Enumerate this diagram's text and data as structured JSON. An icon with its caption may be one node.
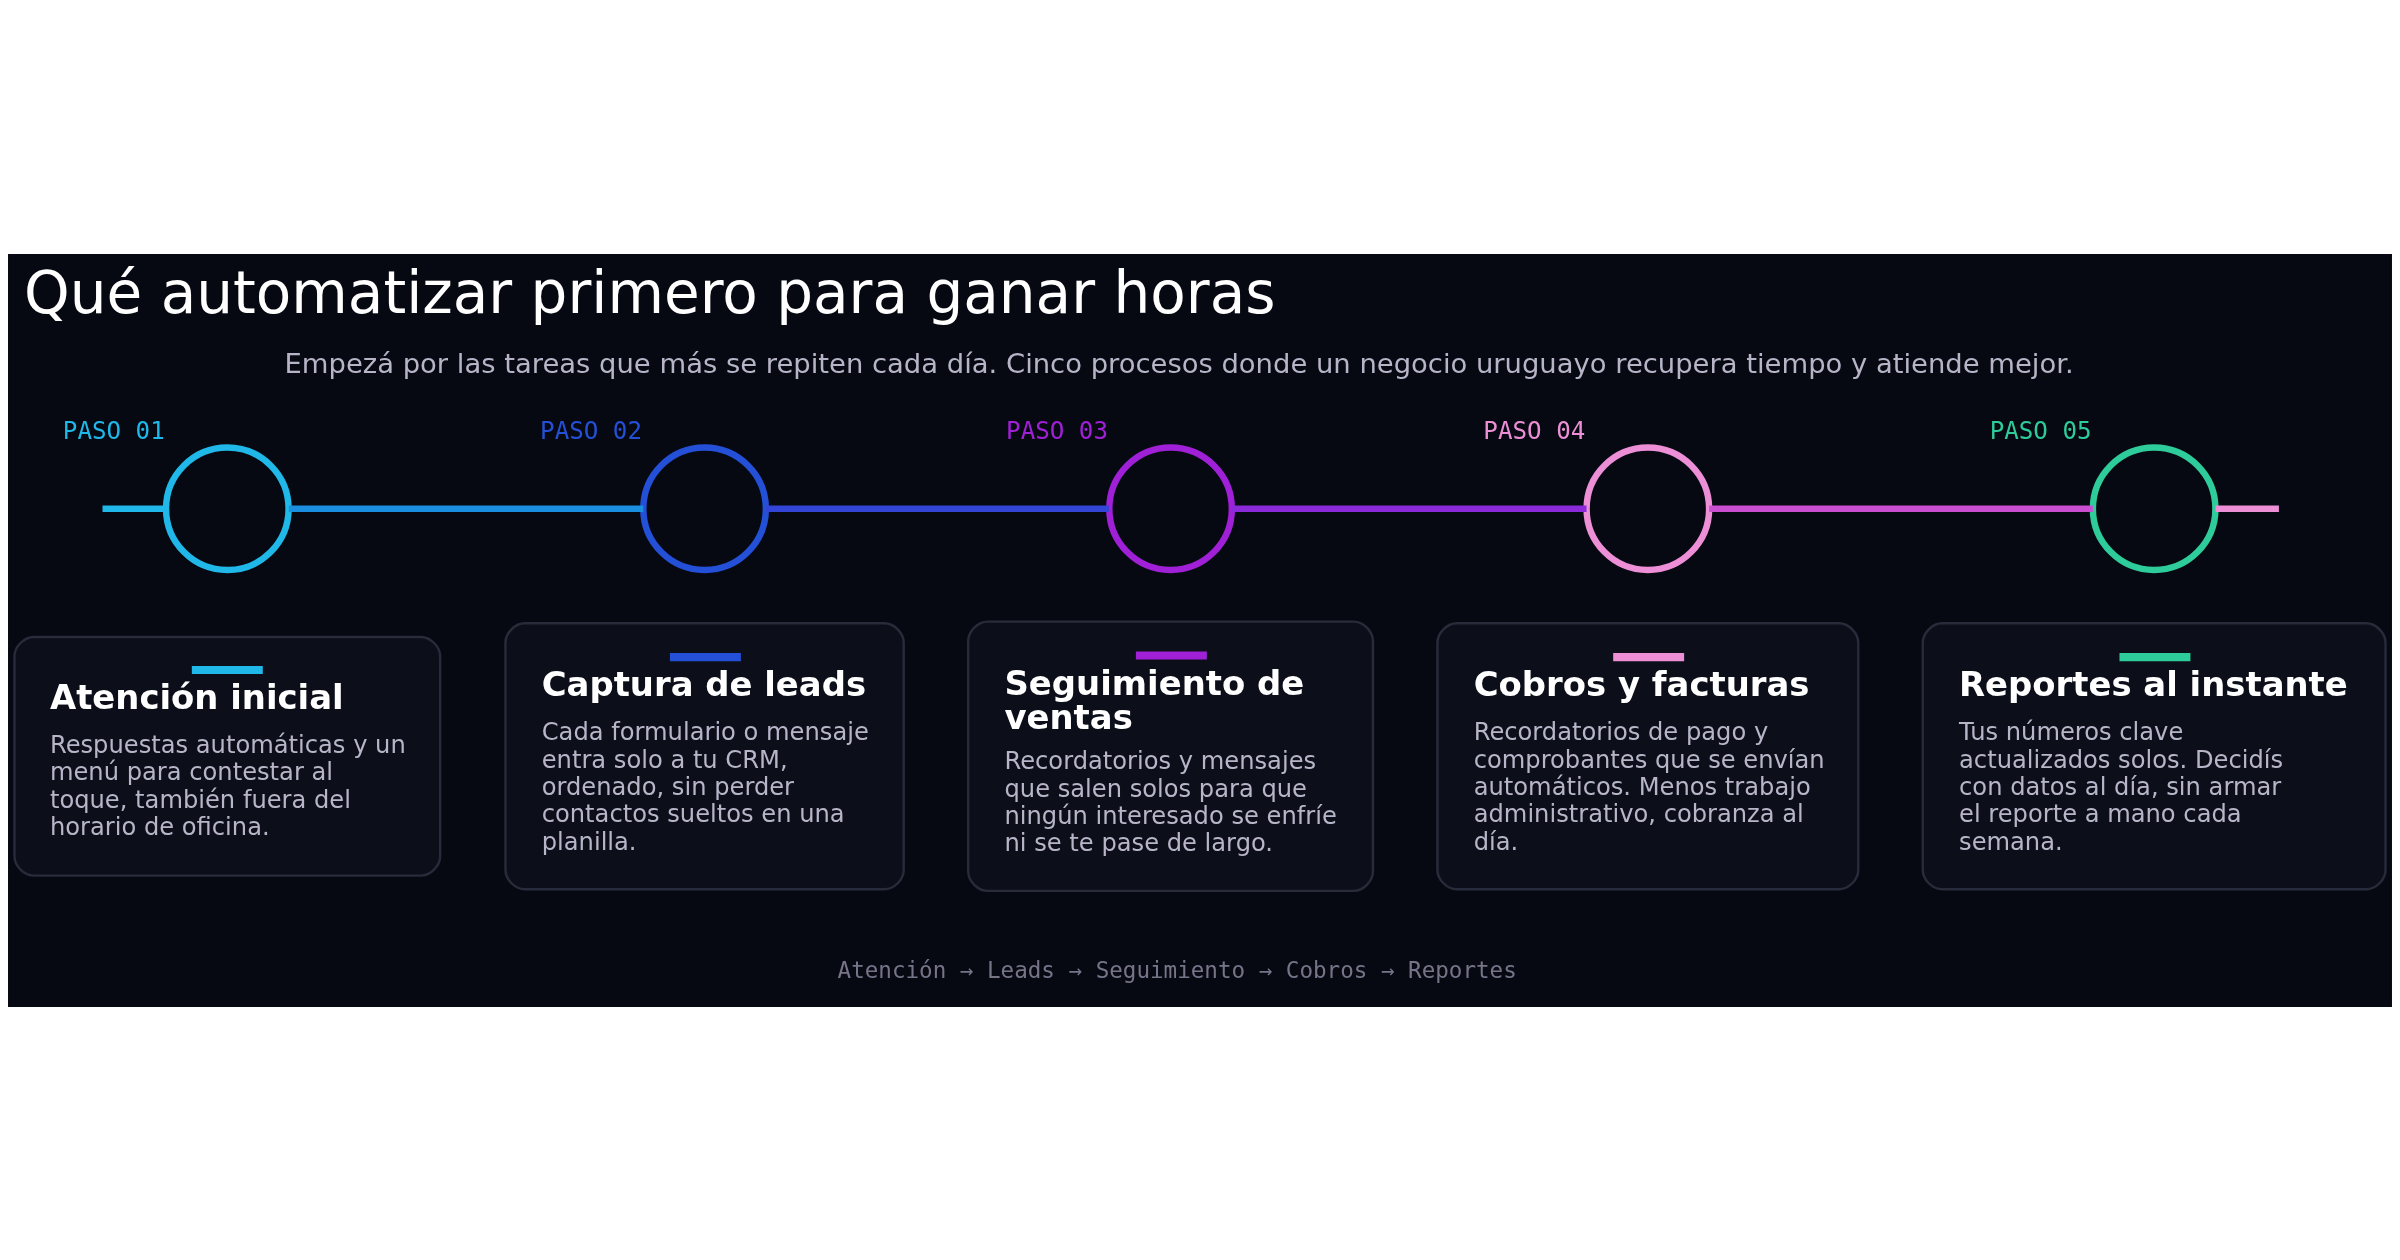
{
  "diagram": {
    "title": "Qué automatizar primero para ganar horas",
    "nodes": [
      {
        "text": [],
        "shape": "circle",
        "beside": [
          "PASO 01"
        ]
      },
      {
        "text": [],
        "shape": "circle",
        "beside": [
          "PASO 02"
        ]
      },
      {
        "text": [],
        "shape": "circle",
        "beside": [
          "PASO 03"
        ]
      },
      {
        "text": [],
        "shape": "circle",
        "beside": [
          "PASO 04"
        ]
      },
      {
        "text": [],
        "shape": "circle",
        "beside": [
          "PASO 05"
        ]
      },
      {
        "text": [
          "Atención inicial",
          "Respuestas automáticas y un menú para contestar al toque, también fuera del horario de oficina."
        ]
      },
      {
        "text": [
          "Captura de leads",
          "Cada formulario o mensaje entra solo a tu CRM, ordenado, sin perder contactos sueltos en una planilla."
        ]
      },
      {
        "text": [
          "Seguimiento de ventas",
          "Recordatorios y mensajes que salen solos para que ningún interesado se enfríe ni se te pase de largo."
        ]
      },
      {
        "text": [
          "Cobros y facturas",
          "Recordatorios de pago y comprobantes que se envían automáticos. Menos trabajo administrativo, cobranza al día."
        ]
      },
      {
        "text": [
          "Reportes al instante",
          "Tus números clave actualizados solos. Decidís con datos al día, sin armar el reporte a mano cada semana."
        ]
      }
    ],
    "edges": [
      {
        "from": null,
        "to": 0,
        "arrow": "none",
        "color": "#1fb8e8"
      },
      {
        "from": 0,
        "to": 1,
        "arrow": "none",
        "color": "#1a8fe0"
      },
      {
        "from": 1,
        "to": 2,
        "arrow": "none",
        "color": "#3245d6"
      },
      {
        "from": 2,
        "to": 3,
        "arrow": "none",
        "color": "#8a2ad8"
      },
      {
        "from": 3,
        "to": 4,
        "arrow": "none",
        "color": "#c94fd0"
      },
      {
        "from": 4,
        "to": null,
        "arrow": "none",
        "color": "#ec8fd6"
      }
    ],
    "labels": [
      "Empezá por las tareas que más se repiten cada día. Cinco procesos donde un negocio uruguayo recupera tiempo y atiende mejor.",
      "Atención → Leads → Seguimiento → Cobros → Reportes"
    ]
  }
}
